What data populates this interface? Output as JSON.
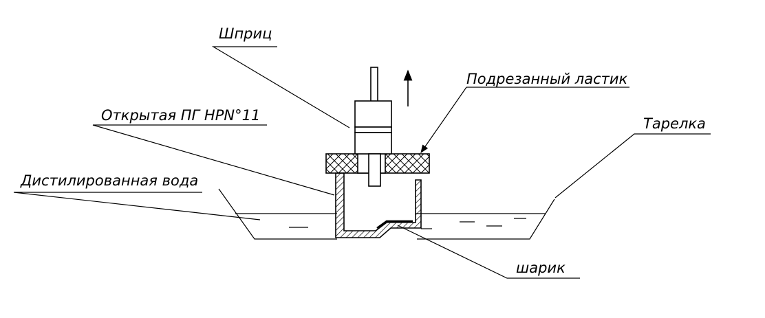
{
  "labels": {
    "syringe": "Шприц",
    "eraser": "Подрезанный ластик",
    "open_pg": "Открытая ПГ НРN°11",
    "plate": "Тарелка",
    "water": "Дистилированная вода",
    "ball": "шарик"
  }
}
